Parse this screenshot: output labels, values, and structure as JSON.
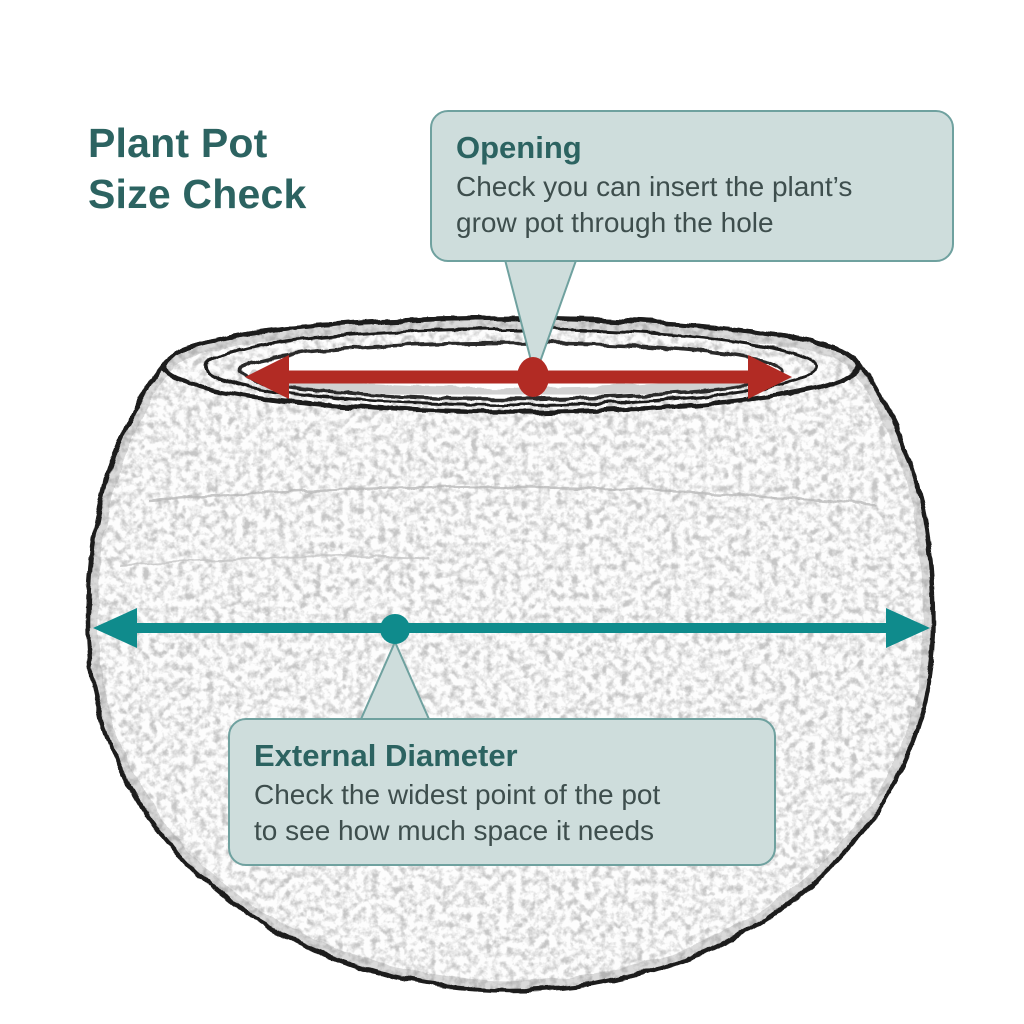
{
  "title": {
    "line1": "Plant Pot",
    "line2": "Size Check"
  },
  "callouts": {
    "opening": {
      "heading": "Opening",
      "body": "Check you can insert the plant’s\ngrow pot through the hole"
    },
    "external_diameter": {
      "heading": "External Diameter",
      "body": "Check the widest point of the pot\nto see how much space it needs"
    }
  },
  "colors": {
    "title_text": "#2C6361",
    "heading_text": "#2C6361",
    "body_text": "#3E4E4D",
    "callout_bg": "#CEDDDC",
    "callout_border": "#6FA19F",
    "opening_accent": "#B22B24",
    "diameter_accent": "#0F8B8C",
    "sketch_ink": "#1F1F1F"
  }
}
